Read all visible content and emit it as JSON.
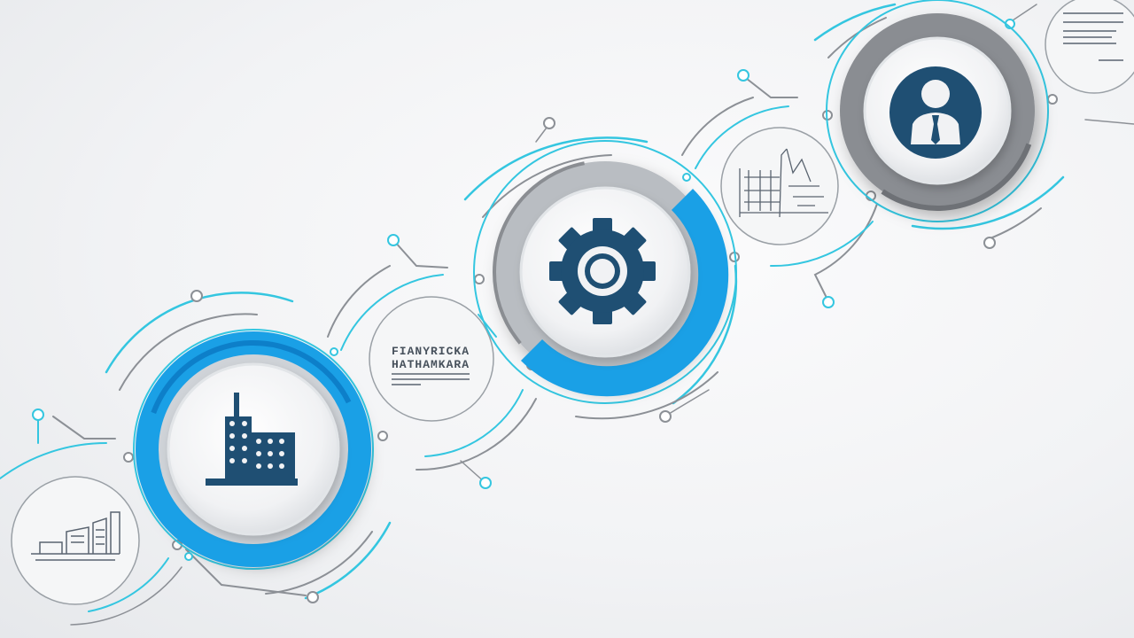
{
  "diagram": {
    "steps": [
      {
        "id": "building",
        "icon": "office-building-icon",
        "accent": "#1aa0e6"
      },
      {
        "id": "settings",
        "icon": "gear-icon",
        "accent": "#1aa0e6"
      },
      {
        "id": "user",
        "icon": "business-person-icon",
        "accent": "#8a8d92"
      }
    ],
    "side_sketches": [
      {
        "id": "sketch-1",
        "icon": "building-sketch-icon"
      },
      {
        "id": "sketch-2",
        "icon": "text-block-sketch-icon"
      },
      {
        "id": "sketch-3",
        "icon": "chart-sketch-icon"
      },
      {
        "id": "sketch-4",
        "icon": "document-sketch-icon"
      }
    ],
    "colors": {
      "primary_icon": "#1f4f73",
      "accent_blue": "#1aa0e6",
      "line_cyan": "#34c6e0",
      "line_gray": "#8c9096",
      "background": "#f2f3f5"
    },
    "sketch_text": {
      "sketch_2_line_1": "FIANYRICKA",
      "sketch_2_line_2": "HATHAMKARA"
    }
  }
}
